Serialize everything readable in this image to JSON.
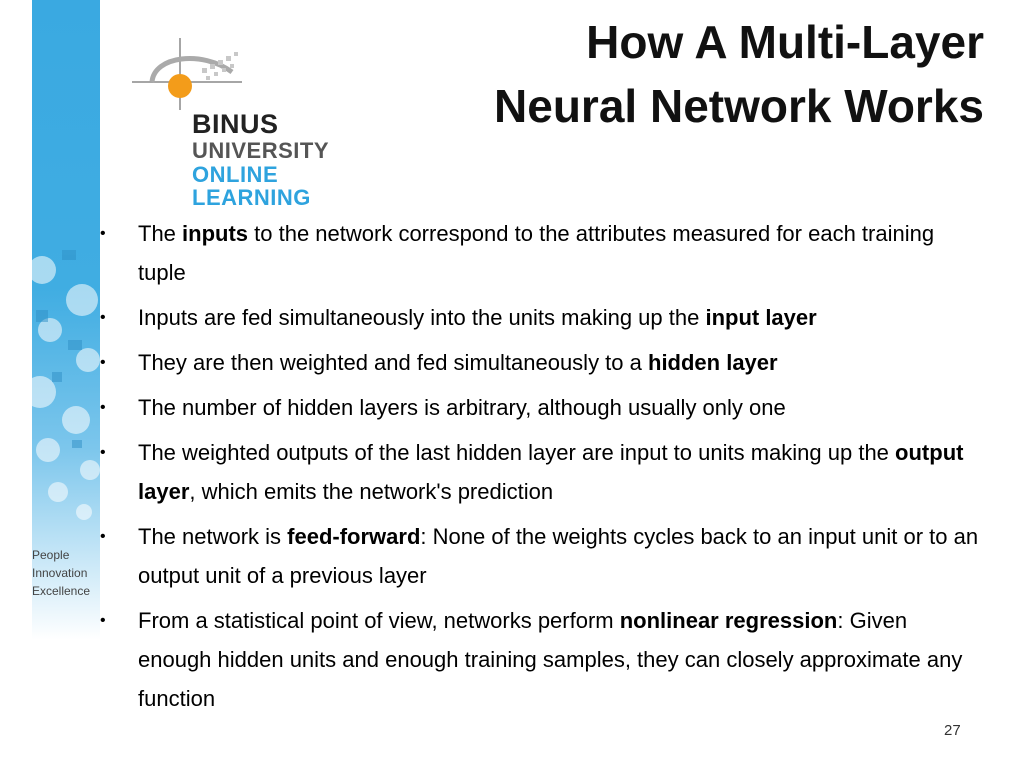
{
  "slide": {
    "title_line1": "How A Multi-Layer",
    "title_line2": "Neural Network Works",
    "page_number": "27"
  },
  "logo": {
    "line1": "BINUS",
    "line2": "UNIVERSITY",
    "line3": "ONLINE",
    "line4": "LEARNING"
  },
  "tagline": [
    "People",
    "Innovation",
    "Excellence"
  ],
  "colors": {
    "accent_blue": "#2ea3de",
    "strip_blue": "#39a8e0",
    "logo_orange": "#f39c1a"
  },
  "bullet_glyph": "•",
  "bullets": [
    {
      "parts": [
        {
          "text": "The ",
          "bold": false
        },
        {
          "text": "inputs",
          "bold": true
        },
        {
          "text": " to the network correspond to the attributes measured for each training tuple",
          "bold": false
        }
      ]
    },
    {
      "parts": [
        {
          "text": "Inputs are fed simultaneously into the units making up the ",
          "bold": false
        },
        {
          "text": "input layer",
          "bold": true
        }
      ]
    },
    {
      "parts": [
        {
          "text": "They are then weighted and fed simultaneously to a ",
          "bold": false
        },
        {
          "text": "hidden layer",
          "bold": true
        }
      ]
    },
    {
      "parts": [
        {
          "text": "The number of hidden layers is arbitrary, although usually only one",
          "bold": false
        }
      ]
    },
    {
      "parts": [
        {
          "text": "The weighted outputs of the last hidden layer are input to units making up the ",
          "bold": false
        },
        {
          "text": "output layer",
          "bold": true
        },
        {
          "text": ", which emits the network's prediction",
          "bold": false
        }
      ]
    },
    {
      "parts": [
        {
          "text": "The network is ",
          "bold": false
        },
        {
          "text": "feed-forward",
          "bold": true
        },
        {
          "text": ": None of the weights cycles back to an input unit or to an output unit of a previous layer",
          "bold": false
        }
      ]
    },
    {
      "parts": [
        {
          "text": "From a statistical point of view, networks perform ",
          "bold": false
        },
        {
          "text": "nonlinear regression",
          "bold": true
        },
        {
          "text": ": Given enough hidden units and enough training samples, they can closely approximate any function",
          "bold": false
        }
      ]
    }
  ]
}
